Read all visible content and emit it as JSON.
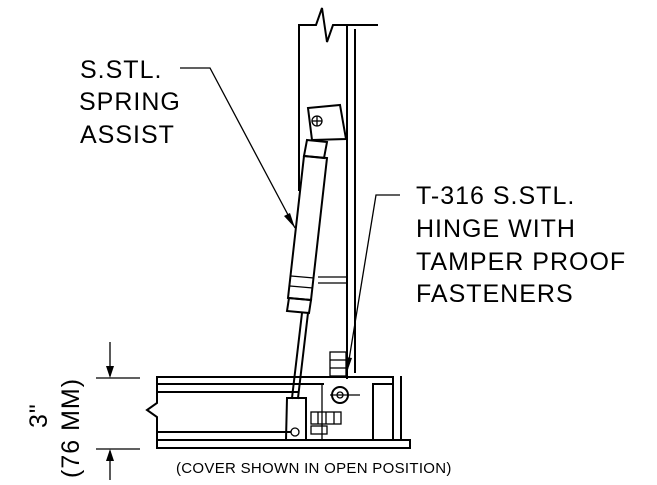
{
  "labels": {
    "spring": [
      "S.STL.",
      "SPRING",
      "ASSIST"
    ],
    "hinge": [
      "T-316 S.STL.",
      "HINGE WITH",
      "TAMPER PROOF",
      "FASTENERS"
    ],
    "dim_inch": "3\"",
    "dim_mm": "(76 MM)",
    "caption": "(COVER SHOWN IN OPEN POSITION)"
  }
}
